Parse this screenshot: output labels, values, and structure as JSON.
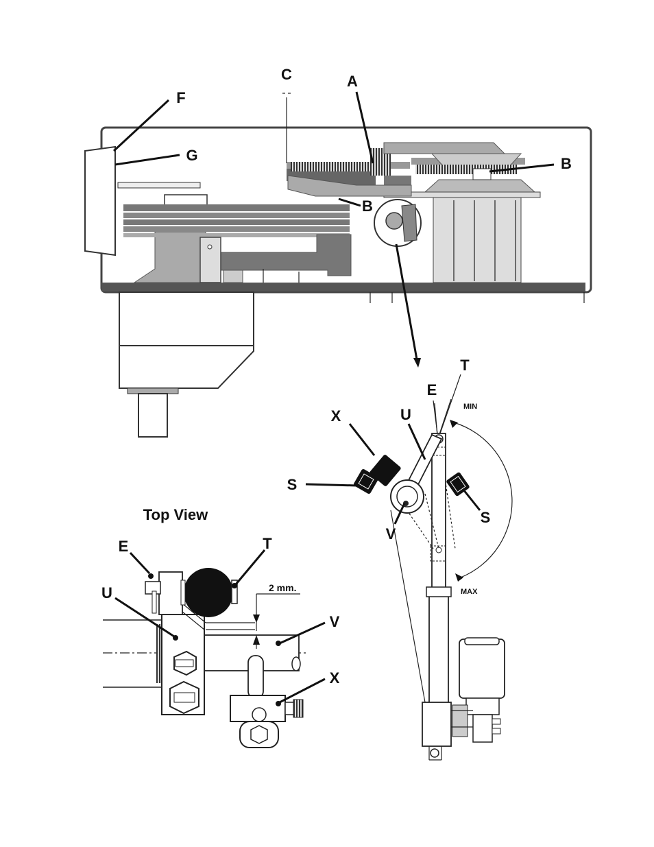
{
  "labels": {
    "A": "A",
    "B": "B",
    "C": "C",
    "E": "E",
    "F": "F",
    "G": "G",
    "S": "S",
    "T": "T",
    "U": "U",
    "V": "V",
    "X": "X"
  },
  "range": {
    "min": "MIN",
    "max": "MAX"
  },
  "top_view": {
    "title": "Top View",
    "gap": "2 mm."
  }
}
